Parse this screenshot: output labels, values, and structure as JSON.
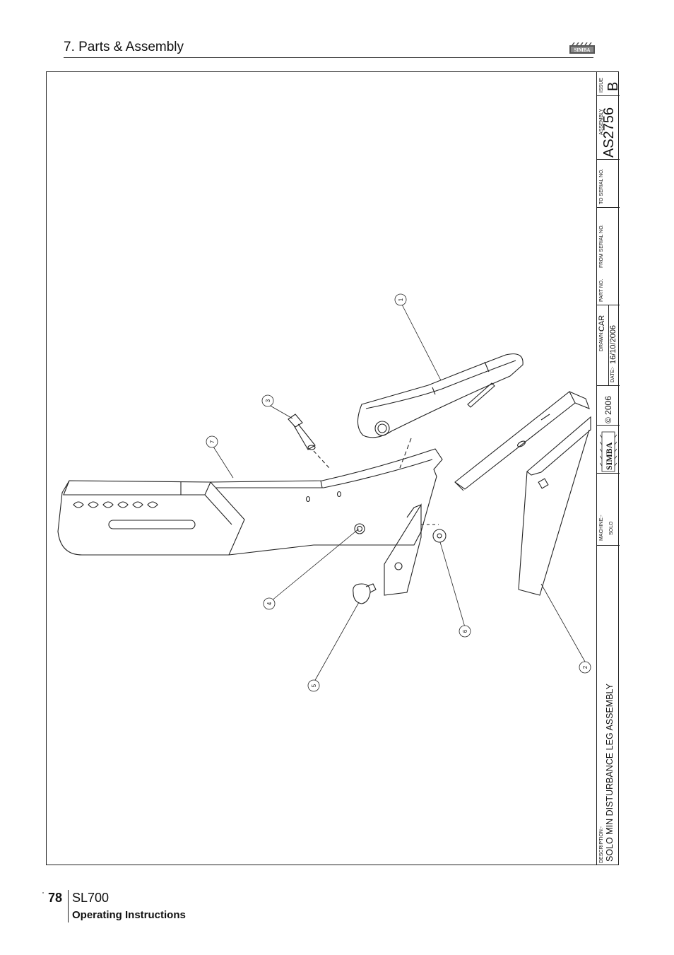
{
  "header": {
    "section_title": "7. Parts & Assembly",
    "logo_text": "SIMBA"
  },
  "title_block": {
    "issue_label": "ISSUE",
    "issue_value": "B",
    "assembly_label": "ASSEMBLY",
    "assembly_value": "AS2756",
    "to_serial_label": "TO SERIAL NO.",
    "from_serial_label": "FROM SERIAL NO.",
    "part_no_label": "PART NO.",
    "drawn_label": "DRAWN:-",
    "drawn_value": "CAR",
    "date_label": "DATE:-",
    "date_value": "16/10/2006",
    "copyright": "© 2006",
    "brand": "SIMBA",
    "machine_label": "MACHINE:-",
    "machine_value": "SOLO",
    "description_label": "DESCRIPTION:-",
    "description_value": "SOLO MIN DISTURBANCE LEG ASSEMBLY"
  },
  "balloons": [
    "1",
    "2",
    "3",
    "4",
    "5",
    "6",
    "7"
  ],
  "footer": {
    "page_number": "78",
    "model": "SL700",
    "doc_type": "Operating Instructions"
  }
}
